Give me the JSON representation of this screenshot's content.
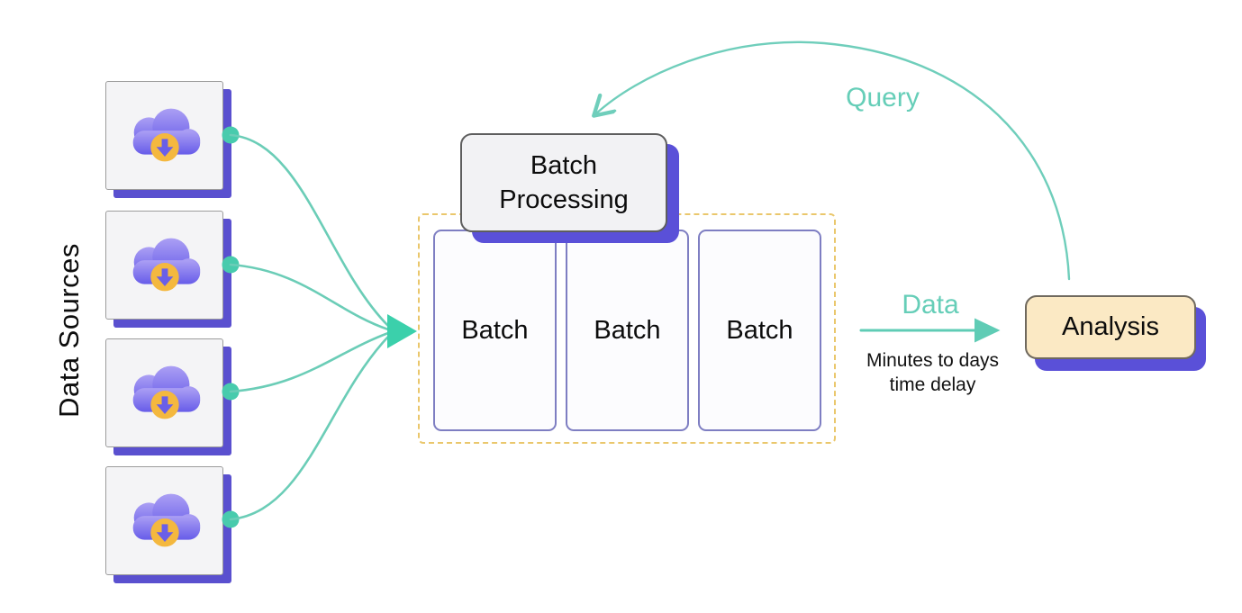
{
  "left_label": "Data Sources",
  "icons": {
    "source": "cloud-download-icon",
    "converge": "big-right-arrowhead-icon",
    "data_arrow": "right-arrow-icon",
    "query_arrow": "curved-arrow-icon"
  },
  "sources": [
    {
      "label": "cloud source 1"
    },
    {
      "label": "cloud source 2"
    },
    {
      "label": "cloud source 3"
    },
    {
      "label": "cloud source 4"
    }
  ],
  "pipeline": {
    "label": "Batch Processing",
    "batches": [
      "Batch",
      "Batch",
      "Batch"
    ]
  },
  "analysis_label": "Analysis",
  "edges": {
    "query_label": "Query",
    "data_label": "Data",
    "delay_line1": "Minutes to days",
    "delay_line2": "time delay"
  },
  "colors": {
    "teal_line": "#6bcdb7",
    "teal_solid": "#3bd0ab",
    "teal_text": "#66ceb8",
    "purple_shadow": "#5a50d8",
    "dashed_border": "#eac76c",
    "batch_border": "#7e7ec2",
    "analysis_fill": "#fbe9c4",
    "cloud_purple": "#6a5fe8",
    "badge_yellow": "#f4b83f"
  }
}
